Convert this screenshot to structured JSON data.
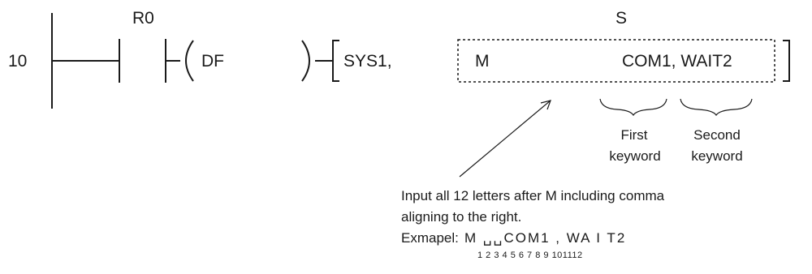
{
  "rung": {
    "step_number": "10",
    "contact_label": "R0",
    "function_label": "DF",
    "instruction_prefix": "SYS1,",
    "operand_tag": "S",
    "operand_mode": "M",
    "operand_keywords": "COM1, WAIT2"
  },
  "keywords": {
    "first_line1": "First",
    "first_line2": "keyword",
    "second_line1": "Second",
    "second_line2": "keyword"
  },
  "note": {
    "line1": "Input all 12 letters after M including comma",
    "line2": "aligning to the right.",
    "example_label": "Exmapel:",
    "example_value": "M ␣␣COM1 , WA I T2",
    "example_index": "1 2 3 4 5 6 7 8 9 101112"
  },
  "colors": {
    "line": "#1a1a1a",
    "text": "#1a1a1a",
    "background": "#ffffff"
  }
}
